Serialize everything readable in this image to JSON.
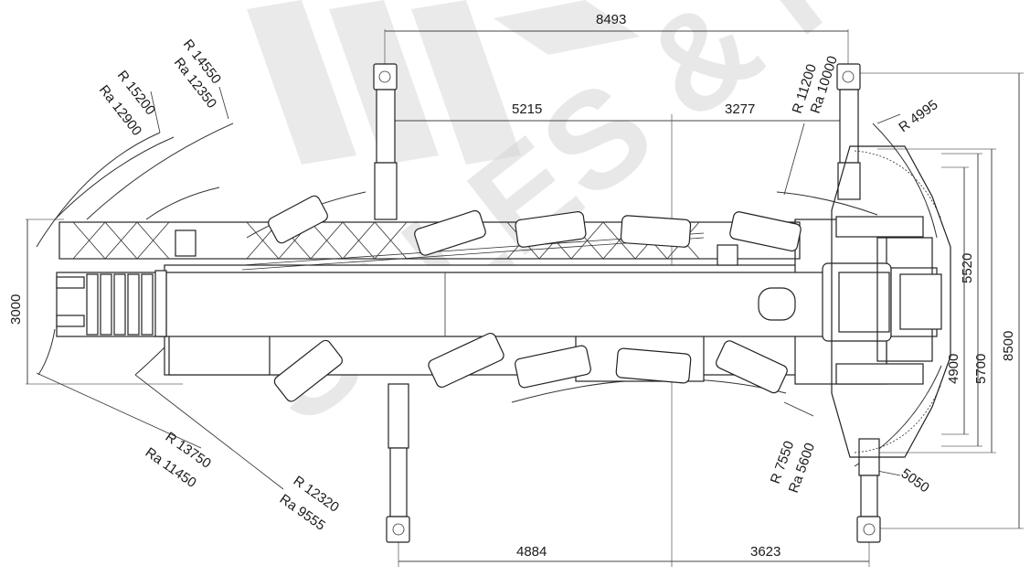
{
  "watermark": {
    "text": "SALES & RENT"
  },
  "dimensions": {
    "top_total": "8493",
    "top_left": "5215",
    "top_right": "3277",
    "bottom_left": "4884",
    "bottom_right": "3623",
    "left_width": "3000",
    "right_4900": "4900",
    "right_5520": "5520",
    "right_5700": "5700",
    "right_8500": "8500"
  },
  "radii": {
    "r15200": "R 15200",
    "ra12900": "Ra 12900",
    "r14550": "R 14550",
    "ra12350": "Ra 12350",
    "r11200": "R 11200",
    "ra10000": "Ra 10000",
    "r4995": "R 4995",
    "r13750": "R 13750",
    "ra11450": "Ra 11450",
    "r12320": "R 12320",
    "ra9555": "Ra 9555",
    "r7550": "R 7550",
    "ra5600": "Ra 5600",
    "r5050": "5050"
  }
}
